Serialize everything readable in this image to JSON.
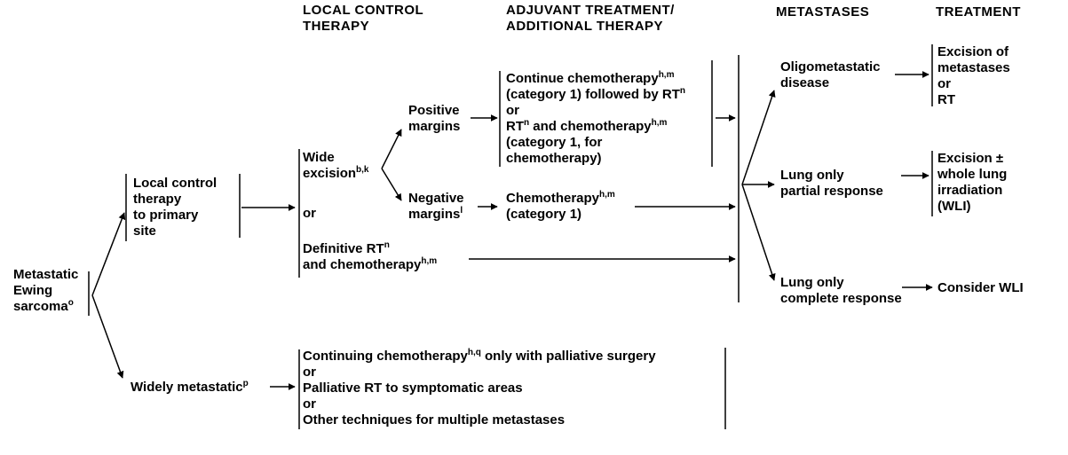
{
  "headers": {
    "local_control": [
      "LOCAL CONTROL",
      "THERAPY"
    ],
    "adjuvant": [
      "ADJUVANT TREATMENT/",
      "ADDITIONAL THERAPY"
    ],
    "metastases": "METASTASES",
    "treatment": "TREATMENT"
  },
  "start": {
    "lines": [
      "Metastatic",
      "Ewing"
    ],
    "last": "sarcoma",
    "sup": "o"
  },
  "local_control_box": [
    "Local control",
    "therapy",
    "to primary",
    "site"
  ],
  "widely": {
    "text": "Widely metastatic",
    "sup": "p"
  },
  "wide_excision": {
    "line1": "Wide",
    "line2": "excision",
    "sup": "b,k"
  },
  "or_label": "or",
  "definitive": {
    "line1": "Definitive RT",
    "sup1": "n",
    "line2": "and chemotherapy",
    "sup2": "h,m"
  },
  "positive_margins": [
    "Positive",
    "margins"
  ],
  "negative_margins": {
    "line1": "Negative",
    "line2": "margins",
    "sup": "l"
  },
  "positive_treatment": {
    "l1": "Continue chemotherapy",
    "l1_sup": "h,m",
    "l2": "(category 1) followed by RT",
    "l2_sup": "n",
    "l3": "or",
    "l4a": "RT",
    "l4_sup1": "n",
    "l4b": " and chemotherapy",
    "l4_sup2": "h,m",
    "l5": "(category 1, for",
    "l6": "chemotherapy)"
  },
  "negative_treatment": {
    "l1": "Chemotherapy",
    "l1_sup": "h,m",
    "l2": "(category 1)"
  },
  "widely_treatment": {
    "l1a": "Continuing chemotherapy",
    "l1_sup": "h,q",
    "l1b": " only with palliative surgery",
    "l2": "or",
    "l3": "Palliative RT to symptomatic areas",
    "l4": "or",
    "l5": "Other techniques for multiple metastases"
  },
  "oligo": [
    "Oligometastatic",
    "disease"
  ],
  "lung_partial": [
    "Lung only",
    "partial response"
  ],
  "lung_complete": [
    "Lung only",
    "complete response"
  ],
  "tx_oligo": [
    "Excision of",
    "metastases",
    "or",
    "RT"
  ],
  "tx_partial": [
    "Excision ±",
    "whole lung",
    "irradiation",
    "(WLI)"
  ],
  "tx_complete": "Consider WLI"
}
